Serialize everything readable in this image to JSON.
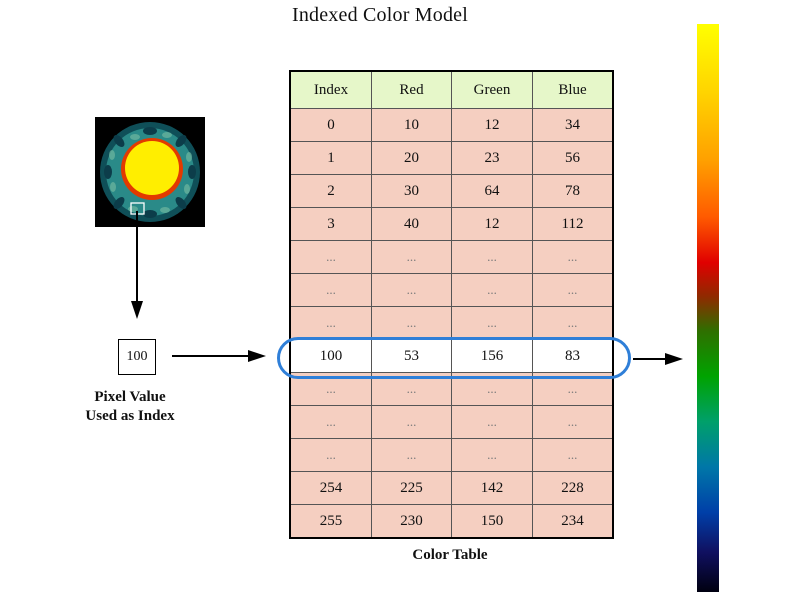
{
  "title": "Indexed Color Model",
  "pixel": {
    "value": "100",
    "label_line1": "Pixel Value",
    "label_line2": "Used as Index"
  },
  "table": {
    "caption": "Color Table",
    "headers": [
      "Index",
      "Red",
      "Green",
      "Blue"
    ],
    "rows": [
      [
        "0",
        "10",
        "12",
        "34"
      ],
      [
        "1",
        "20",
        "23",
        "56"
      ],
      [
        "2",
        "30",
        "64",
        "78"
      ],
      [
        "3",
        "40",
        "12",
        "112"
      ],
      [
        "...",
        "...",
        "...",
        "..."
      ],
      [
        "...",
        "...",
        "...",
        "..."
      ],
      [
        "...",
        "...",
        "...",
        "..."
      ],
      [
        "100",
        "53",
        "156",
        "83"
      ],
      [
        "...",
        "...",
        "...",
        "..."
      ],
      [
        "...",
        "...",
        "...",
        "..."
      ],
      [
        "...",
        "...",
        "...",
        "..."
      ],
      [
        "254",
        "225",
        "142",
        "228"
      ],
      [
        "255",
        "230",
        "150",
        "234"
      ]
    ],
    "highlight_row": 7
  },
  "colors": {
    "header_bg": "#e6f7c9",
    "row_bg": "#f5cfc1",
    "highlight_outline": "#2f7fd8",
    "colormap": [
      "#ffff00",
      "#ffa000",
      "#e00000",
      "#00a300",
      "#003fa8",
      "#000010"
    ]
  }
}
